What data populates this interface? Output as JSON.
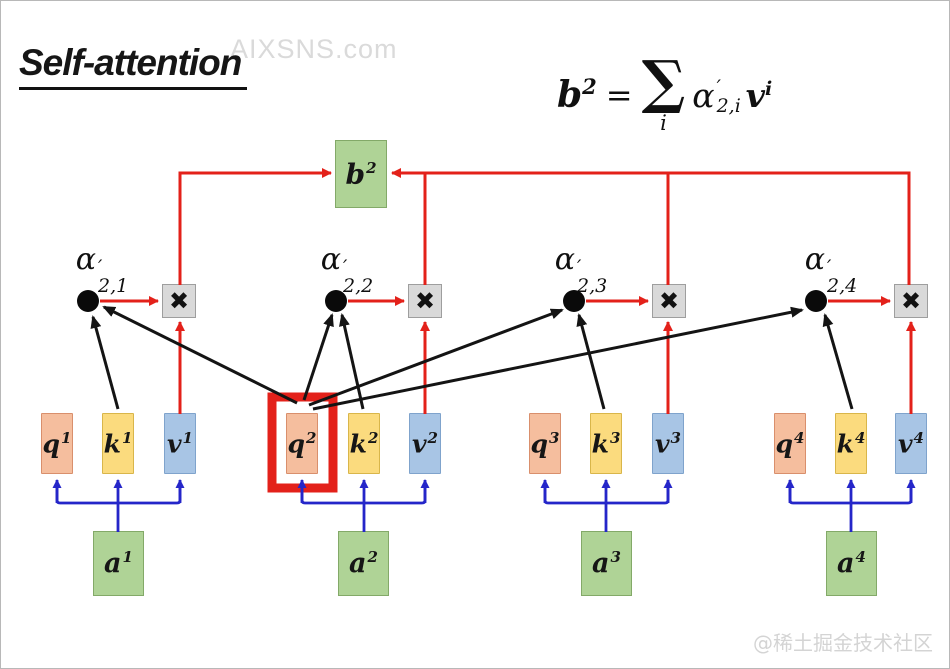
{
  "title": "Self-attention",
  "watermark_top": "AIXSNS.com",
  "watermark_bottom": "@稀土掘金技术社区",
  "formula": {
    "lhs_base": "b",
    "lhs_sup": "2",
    "equals": "=",
    "sigma": "∑",
    "sigma_sub": "i",
    "alpha_base": "α",
    "alpha_prime": "′",
    "alpha_sub": "2,i",
    "v_base": "v",
    "v_sup": "i"
  },
  "output_box": {
    "base": "b",
    "sup": "2"
  },
  "times_symbol": "✖",
  "alphas": [
    {
      "base": "α",
      "prime": "′",
      "sub": "2,1"
    },
    {
      "base": "α",
      "prime": "′",
      "sub": "2,2"
    },
    {
      "base": "α",
      "prime": "′",
      "sub": "2,3"
    },
    {
      "base": "α",
      "prime": "′",
      "sub": "2,4"
    }
  ],
  "groups": [
    {
      "q": {
        "base": "q",
        "sup": "1"
      },
      "k": {
        "base": "k",
        "sup": "1"
      },
      "v": {
        "base": "v",
        "sup": "1"
      },
      "a": {
        "base": "a",
        "sup": "1"
      }
    },
    {
      "q": {
        "base": "q",
        "sup": "2"
      },
      "k": {
        "base": "k",
        "sup": "2"
      },
      "v": {
        "base": "v",
        "sup": "2"
      },
      "a": {
        "base": "a",
        "sup": "2"
      }
    },
    {
      "q": {
        "base": "q",
        "sup": "3"
      },
      "k": {
        "base": "k",
        "sup": "3"
      },
      "v": {
        "base": "v",
        "sup": "3"
      },
      "a": {
        "base": "a",
        "sup": "3"
      }
    },
    {
      "q": {
        "base": "q",
        "sup": "4"
      },
      "k": {
        "base": "k",
        "sup": "4"
      },
      "v": {
        "base": "v",
        "sup": "4"
      },
      "a": {
        "base": "a",
        "sup": "4"
      }
    }
  ],
  "colors": {
    "arrow_red": "#E3211A",
    "arrow_blue": "#2526C9",
    "arrow_black": "#141414",
    "box_green": "#AFD396",
    "box_yellow": "#FBDB7E",
    "box_blue": "#A8C5E5",
    "box_salmon": "#F5BE9E",
    "box_gray": "#D9D9D9",
    "highlight_red": "#E3211A"
  }
}
